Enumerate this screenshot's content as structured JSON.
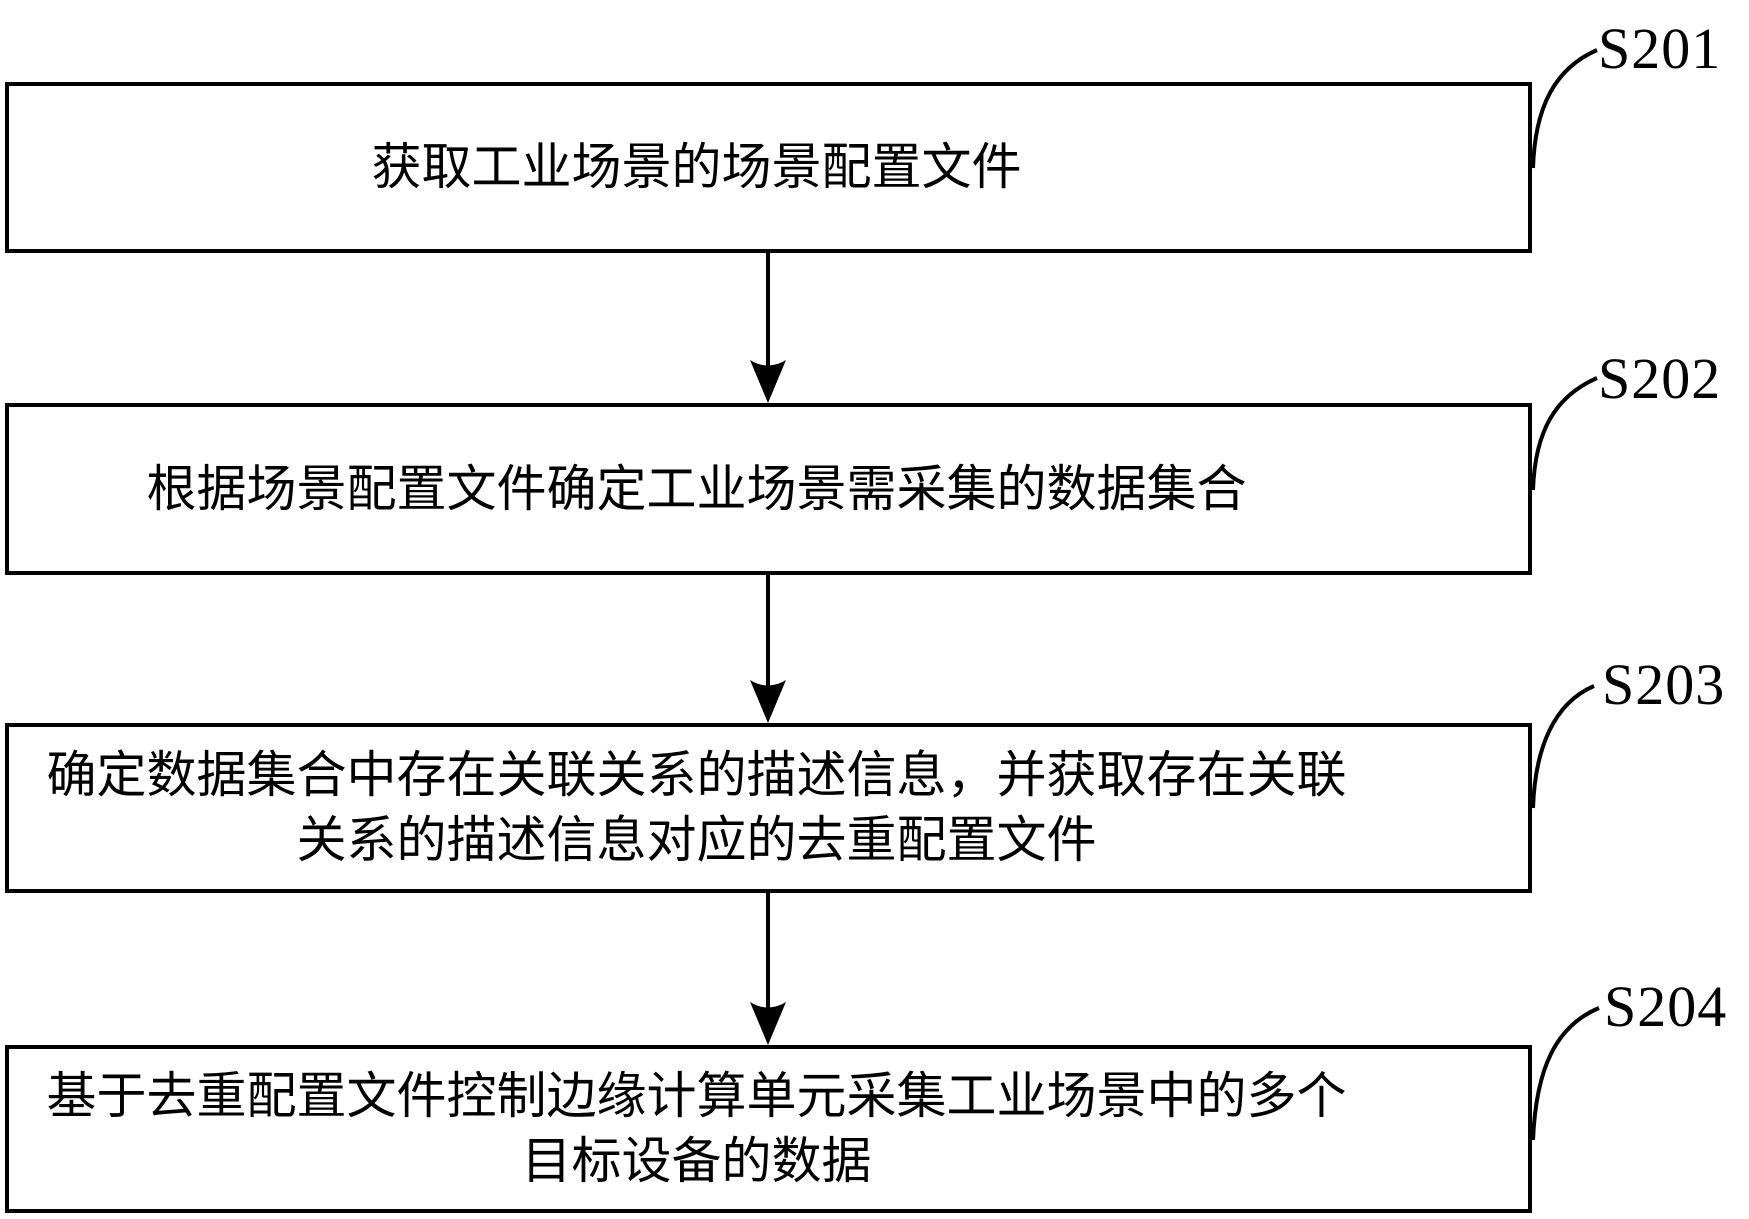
{
  "figure": {
    "background_color": "#ffffff",
    "line_color": "#000000",
    "type": "flowchart"
  },
  "steps": [
    {
      "label": "S201",
      "text": "获取工业场景的场景配置文件"
    },
    {
      "label": "S202",
      "text": "根据场景配置文件确定工业场景需采集的数据集合"
    },
    {
      "label": "S203",
      "text": "确定数据集合中存在关联关系的描述信息，并获取存在关联\n关系的描述信息对应的去重配置文件"
    },
    {
      "label": "S204",
      "text": "基于去重配置文件控制边缘计算单元采集工业场景中的多个\n目标设备的数据"
    }
  ]
}
